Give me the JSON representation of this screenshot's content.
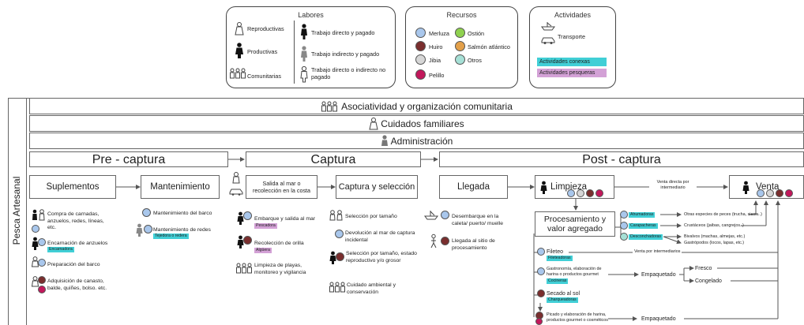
{
  "legend": {
    "labores": {
      "title": "Labores",
      "reproductivas": "Reproductivas",
      "productivas": "Productivas",
      "comunitarias": "Comunitarias",
      "trabajo_directo": "Trabajo directo y pagado",
      "trabajo_indirecto": "Trabajo indirecto y pagado",
      "trabajo_no_pagado": "Trabajo directo o indirecto no pagado"
    },
    "recursos": {
      "title": "Recursos",
      "items": [
        "Merluza",
        "Ostión",
        "Huiro",
        "Salmón atlántico",
        "Jibia",
        "Otros",
        "Pelillo"
      ],
      "colors": {
        "merluza": "#a9c7ec",
        "ostion": "#8fd14f",
        "huiro": "#7a2e2e",
        "salmon": "#e3a04a",
        "jibia": "#d6d6d6",
        "otros": "#a6e0d6",
        "pelillo": "#c2185b"
      }
    },
    "actividades": {
      "title": "Actividades",
      "transporte": "Transporte",
      "conexas": "Actividades conexas",
      "pesqueras": "Actividades pesqueras",
      "conexas_color": "#41cfd6",
      "pesqueras_color": "#d3a1d6"
    }
  },
  "side_label": "Pesca Artesanal",
  "bars": {
    "asociatividad": "Asociatividad y organización comunitaria",
    "cuidados": "Cuidados familiares",
    "administracion": "Administración"
  },
  "phases": {
    "pre": "Pre - captura",
    "captura": "Captura",
    "post": "Post - captura"
  },
  "steps": {
    "suplementos": "Suplementos",
    "mantenimiento": "Mantenimiento",
    "salida": "Salida al mar o recolección en la costa",
    "captura_seleccion": "Captura y selección",
    "llegada": "Llegada",
    "limpieza": "Limpieza",
    "venta": "Venta",
    "procesamiento": "Procesamiento y valor agregado"
  },
  "pre": {
    "compra": "Compra de carnadas, anzuelos, redes, líneas, etc.",
    "encarnacion": "Encarnación de anzuelos",
    "encarnacion_tag": "Encarnadora",
    "preparacion": "Preparación del barco",
    "adquisicion": "Adquisición de canasto, balde, quiñes, bolso. etc.",
    "mant_barco": "Mantenimiento del barco",
    "mant_redes": "Mantenimiento de redes",
    "mant_redes_tag": "Tejedora o redera"
  },
  "captura": {
    "embarque": "Embarque y salida al mar",
    "embarque_tag": "Pescadora",
    "recoleccion": "Recolección de orilla",
    "recoleccion_tag": "Algüera",
    "limpieza_playas": "Limpieza de playas, monitoreo y vigilancia",
    "sel_tamano": "Selección por tamaño",
    "devolucion": "Devolución al mar de captura incidental",
    "sel_estado": "Selección por tamaño, estado reproductivo y/o grosor",
    "cuidado": "Cuidado ambiental y conservación"
  },
  "post": {
    "desembarque": "Desembarque en la caleta/ puerto/ muelle",
    "llegada_sitio": "Llegada al sitio de procesamiento",
    "venta_directa": "Venta directa por intermediario",
    "ahumadoras": "Ahumadoras",
    "carapacheras": "Carapacheras",
    "desconchadoras": "Desconchadoras",
    "otras_especies": "Otras especies de peces (trucha, sierra..)",
    "crustaceos": "Crustáceos (jaibas, cangrejos..)",
    "bivalvos": "Bivalvos (machas, almejas, etc.)",
    "gastropodos": "Gastrópodos (locos, lapas, etc.)",
    "fileteo": "Fileteo",
    "fileteo_tag": "Fileteadoras",
    "venta_intermediarios": "Venta por intermediarios",
    "gastronomia": "Gastronomía, elaboración de harina o productos gourmet",
    "gastronomia_tag": "Cocineras",
    "empaquetado": "Empaquetado",
    "fresco": "Fresco",
    "congelado": "Congelado",
    "secado": "Secado al sol",
    "secado_tag": "Charqueadoras",
    "picado": "Picado y elaboración de harina, productos gourmet o cosméticos",
    "empaquetado2": "Empaquetado"
  }
}
